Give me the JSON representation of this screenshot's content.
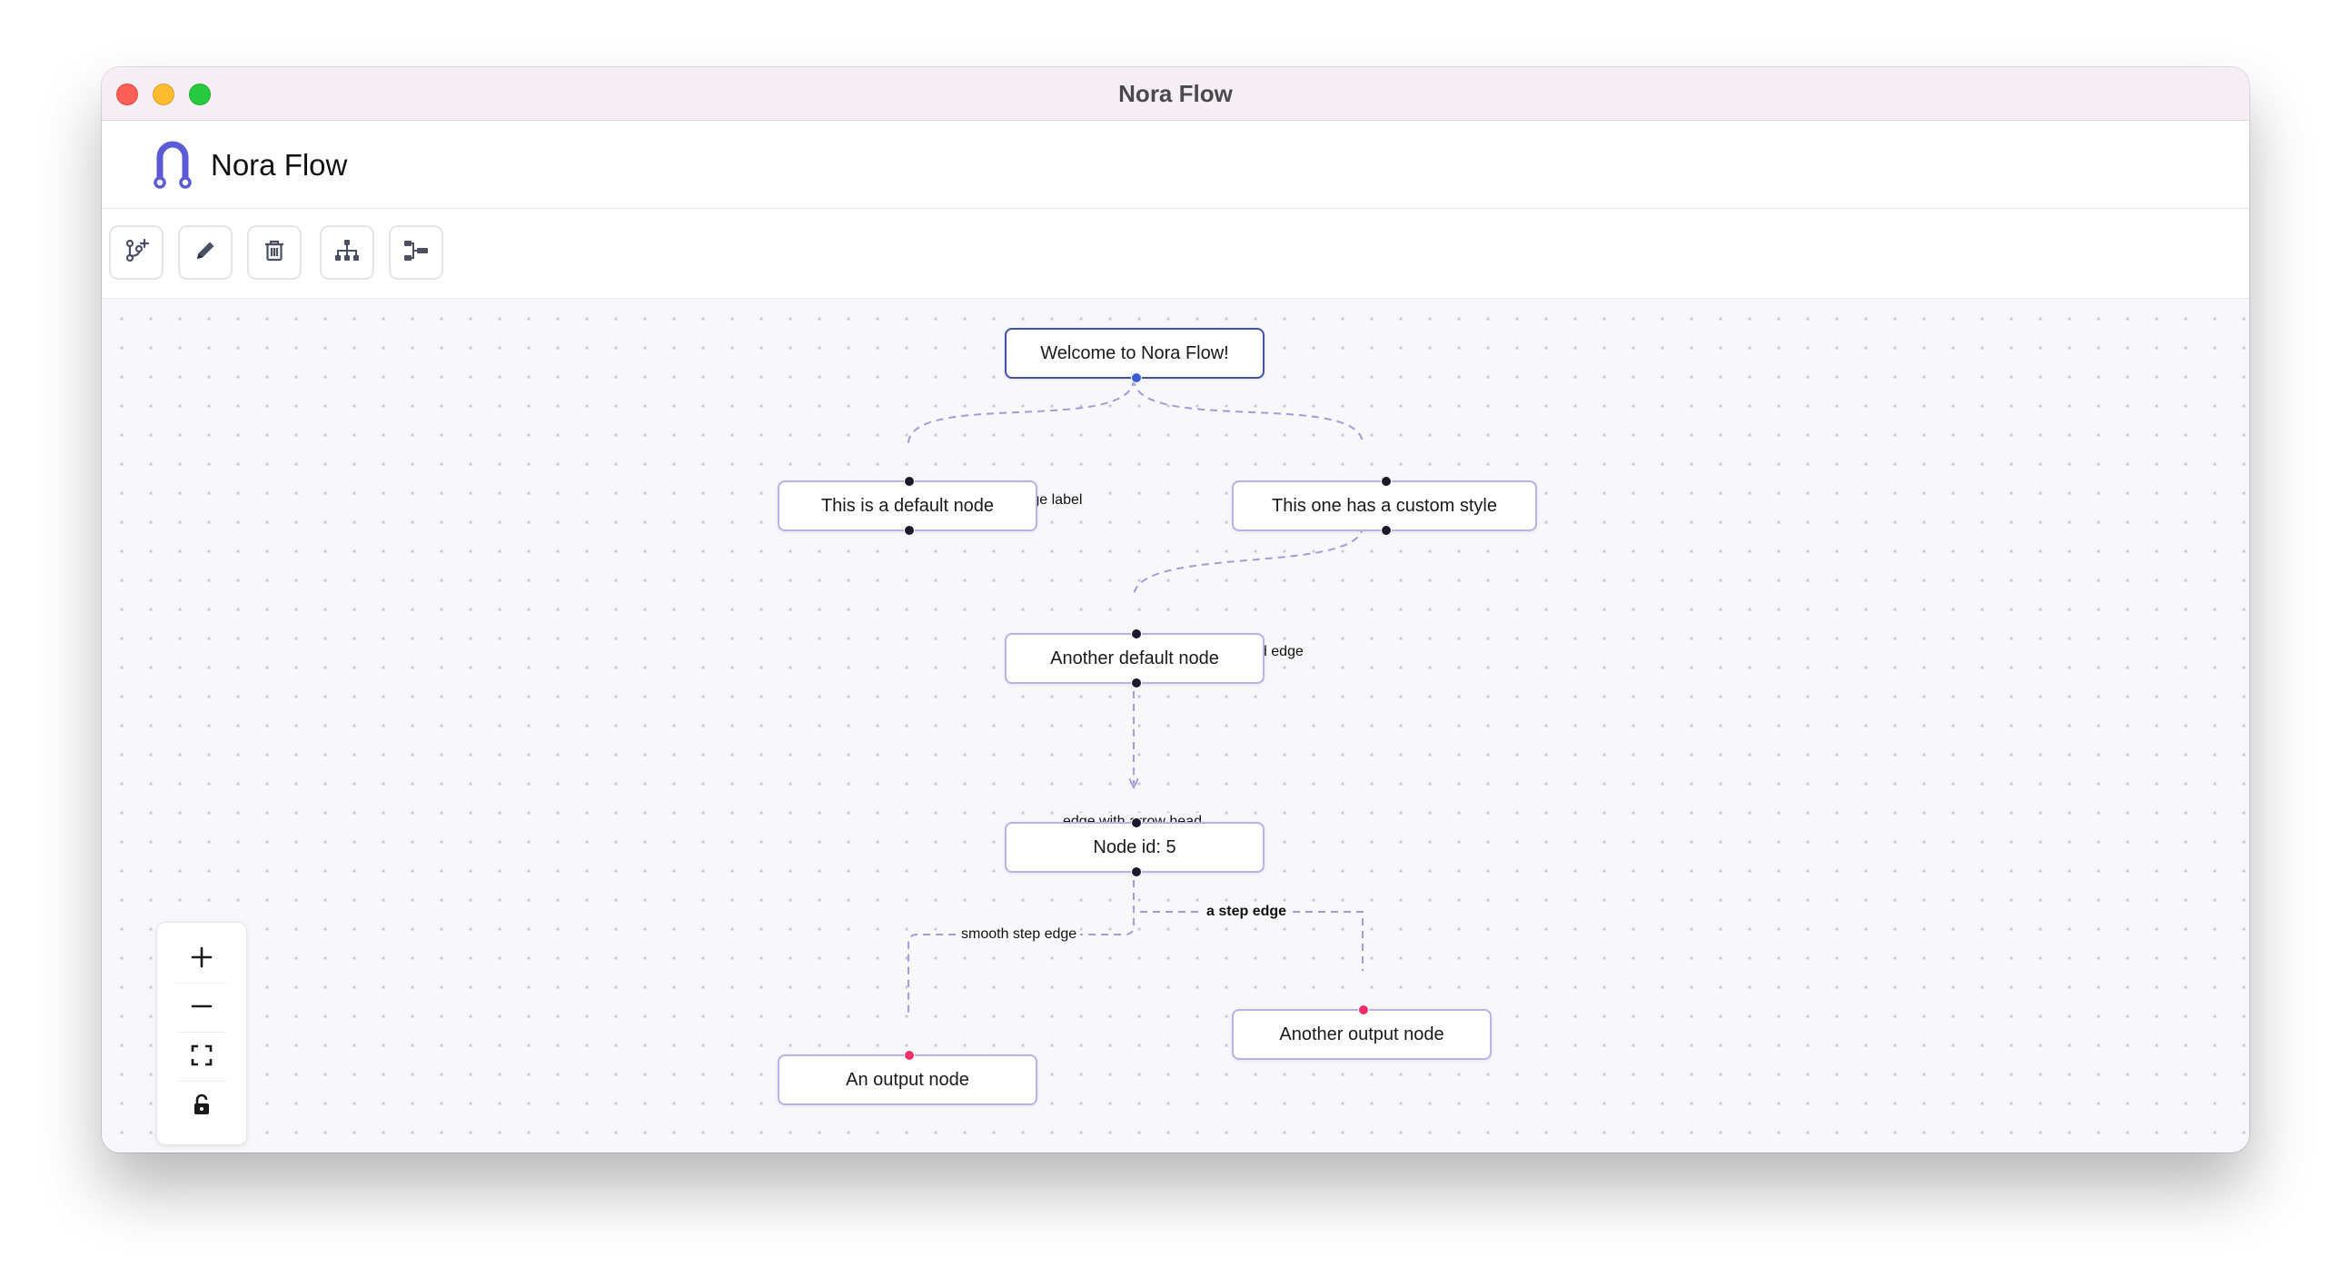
{
  "window": {
    "title": "Nora Flow"
  },
  "header": {
    "app_name": "Nora Flow",
    "logo_icon": "horseshoe-magnet-logo-icon",
    "brand_color": "#5b5bd6"
  },
  "toolbar": {
    "buttons": [
      {
        "name": "add-node-button",
        "icon": "branch-plus-icon"
      },
      {
        "name": "edit-button",
        "icon": "pencil-icon"
      },
      {
        "name": "delete-button",
        "icon": "trash-icon"
      },
      {
        "name": "vertical-layout-button",
        "icon": "hierarchy-icon"
      },
      {
        "name": "horizontal-layout-button",
        "icon": "horizontal-tree-icon"
      }
    ]
  },
  "nodes": [
    {
      "id": "1",
      "label": "Welcome to Nora Flow!",
      "type": "input"
    },
    {
      "id": "2",
      "label": "This is a default node",
      "type": "default"
    },
    {
      "id": "3",
      "label": "This one has a custom style",
      "type": "default"
    },
    {
      "id": "4",
      "label": "Another default node",
      "type": "default"
    },
    {
      "id": "5",
      "label": "Node id: 5",
      "type": "default"
    },
    {
      "id": "6",
      "label": "An output node",
      "type": "output"
    },
    {
      "id": "7",
      "label": "Another output node",
      "type": "output"
    }
  ],
  "edges": [
    {
      "from": "1",
      "to": "2",
      "label": "this is an edge label"
    },
    {
      "from": "1",
      "to": "3",
      "label": ""
    },
    {
      "from": "3",
      "to": "4",
      "label": "animated edge"
    },
    {
      "from": "4",
      "to": "5",
      "label": "edge with arrow head"
    },
    {
      "from": "5",
      "to": "6",
      "label": "smooth step edge"
    },
    {
      "from": "5",
      "to": "7",
      "label": "a step edge"
    }
  ],
  "colors": {
    "node_border": "#b8b2e6",
    "input_node_border": "#3f53a8",
    "edge": "#a29cd8",
    "handle": "#1a1a2e",
    "source_handle_input": "#3b5bd6",
    "target_handle_output": "#ef2f6b",
    "canvas_bg": "#f8f7fb"
  },
  "controls": [
    {
      "name": "zoom-in-button",
      "icon": "plus-icon"
    },
    {
      "name": "zoom-out-button",
      "icon": "minus-icon"
    },
    {
      "name": "fit-view-button",
      "icon": "fit-view-icon"
    },
    {
      "name": "toggle-interactivity-button",
      "icon": "unlock-icon"
    }
  ]
}
